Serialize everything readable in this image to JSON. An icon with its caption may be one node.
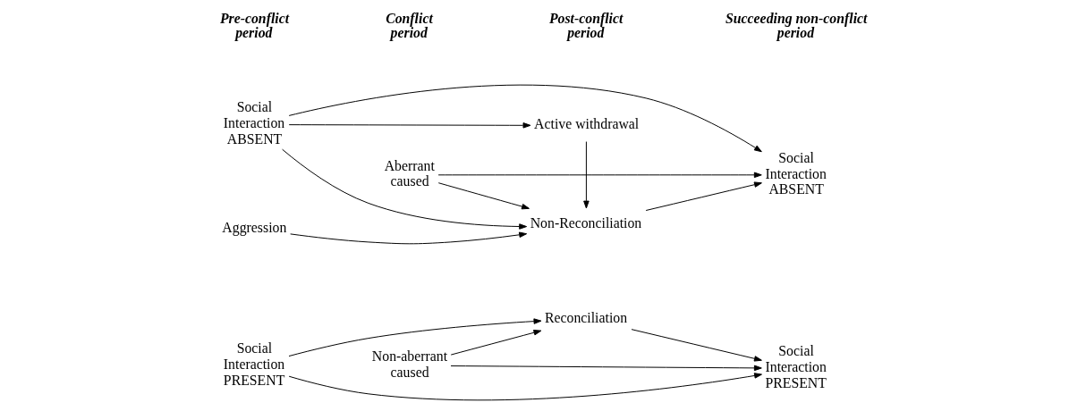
{
  "diagram": {
    "nodes": [
      {
        "text": [
          "Non-aberrant caused"
        ]
      },
      {
        "text": [
          "Reconciliation"
        ]
      },
      {
        "text": [
          "Social Interaction PRESENT"
        ]
      },
      {
        "text": [
          "Social Interaction PRESENT"
        ]
      },
      {
        "text": [
          "Active withdrawal"
        ]
      },
      {
        "text": [
          "Aberrant caused"
        ]
      },
      {
        "text": [
          "Aggression"
        ]
      },
      {
        "text": [
          "Social Interaction ABSENT"
        ]
      },
      {
        "text": [
          "Non-Reconciliation"
        ]
      },
      {
        "text": [
          "Social Interaction ABSENT"
        ]
      }
    ],
    "edges": [
      {
        "from": 0,
        "to": 1,
        "arrow": "to"
      },
      {
        "from": 0,
        "to": 3,
        "arrow": "to"
      },
      {
        "from": 1,
        "to": 3,
        "arrow": "to"
      },
      {
        "from": 2,
        "to": 1,
        "arrow": "to"
      },
      {
        "from": 2,
        "to": 3,
        "arrow": "to"
      },
      {
        "from": 5,
        "to": 9,
        "arrow": "to"
      },
      {
        "from": 5,
        "to": 8,
        "arrow": "to"
      },
      {
        "from": 7,
        "to": 4,
        "arrow": "to"
      },
      {
        "from": 7,
        "to": 8,
        "arrow": "to"
      },
      {
        "from": 7,
        "to": 9,
        "arrow": "to"
      },
      {
        "from": 6,
        "to": 8,
        "arrow": "to"
      },
      {
        "from": 4,
        "to": 8,
        "arrow": "to"
      },
      {
        "from": 8,
        "to": 9,
        "arrow": "to"
      }
    ],
    "labels": [
      "Pre-conflict period",
      "Conflict period",
      "Post-conflict period",
      "Succeeding non-conflict period"
    ]
  }
}
